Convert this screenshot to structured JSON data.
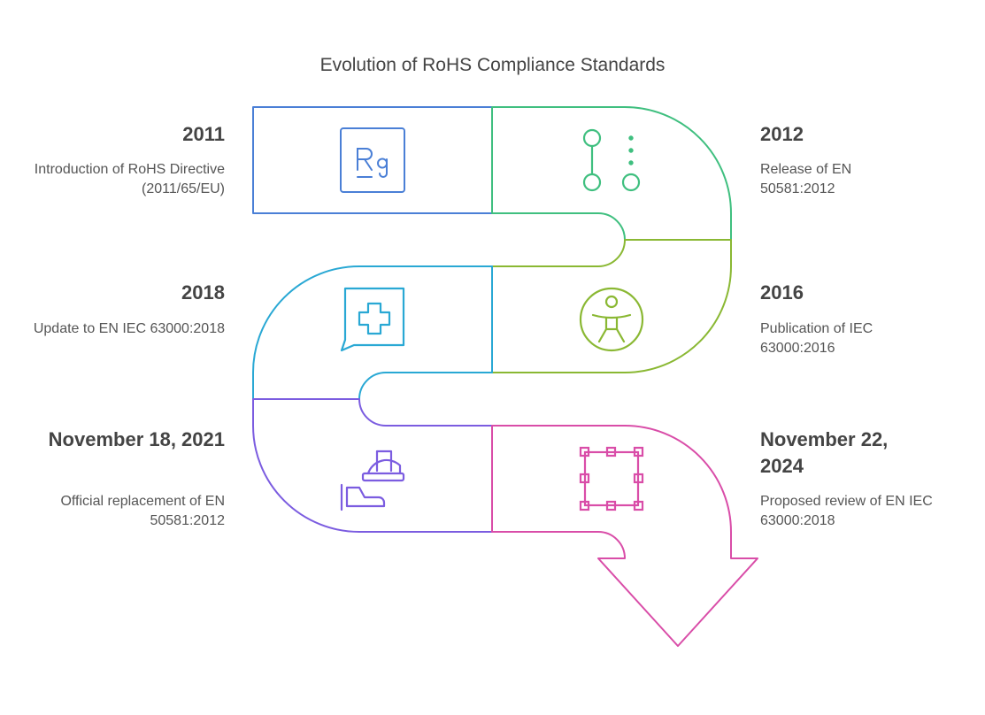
{
  "title": "Evolution of RoHS Compliance Standards",
  "events": [
    {
      "year": "2011",
      "desc": "Introduction of RoHS Directive (2011/65/EU)",
      "color": "#4a7fd6",
      "icon": "rg-badge-icon"
    },
    {
      "year": "2012",
      "desc": "Release of EN 50581:2012",
      "color": "#3fbf7f",
      "icon": "connection-dots-icon"
    },
    {
      "year": "2016",
      "desc": "Publication of IEC 63000:2016",
      "color": "#8ab833",
      "icon": "accessibility-person-icon"
    },
    {
      "year": "2018",
      "desc": "Update to EN IEC 63000:2018",
      "color": "#29a8d4",
      "icon": "medical-cross-chat-icon"
    },
    {
      "year": "November 18, 2021",
      "desc": "Official replacement of EN 50581:2012",
      "color": "#7b5ce0",
      "icon": "hardhat-boot-icon"
    },
    {
      "year": "November 22, 2024",
      "desc": "Proposed review of EN IEC 63000:2018",
      "color": "#d94da8",
      "icon": "frame-selection-icon"
    }
  ]
}
